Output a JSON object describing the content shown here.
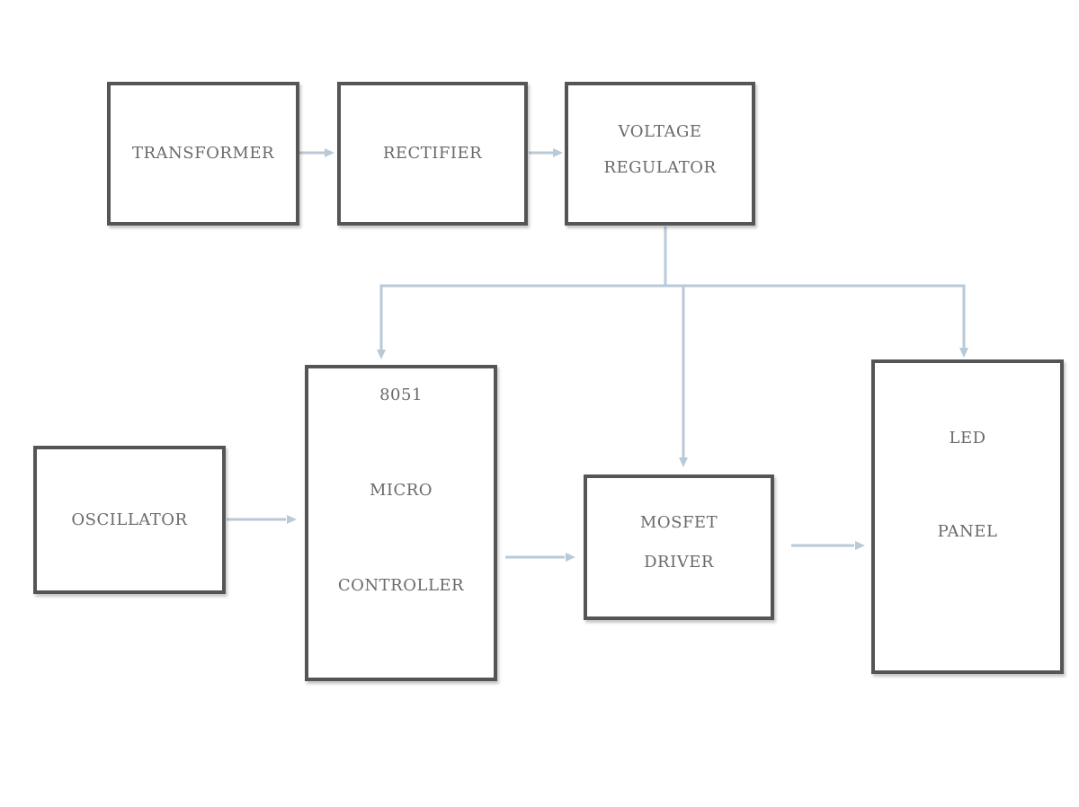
{
  "diagram": {
    "colors": {
      "block_border": "#555555",
      "label_text": "#6a6a6a",
      "connector": "#b8cad8"
    },
    "blocks": {
      "transformer": {
        "lines": [
          "TRANSFORMER"
        ]
      },
      "rectifier": {
        "lines": [
          "RECTIFIER"
        ]
      },
      "regulator": {
        "lines": [
          "VOLTAGE",
          "REGULATOR"
        ]
      },
      "oscillator": {
        "lines": [
          "OSCILLATOR"
        ]
      },
      "mcu": {
        "lines": [
          "8051",
          "MICRO",
          "CONTROLLER"
        ]
      },
      "mosfet": {
        "lines": [
          "MOSFET",
          "DRIVER"
        ]
      },
      "led": {
        "lines": [
          "LED",
          "PANEL"
        ]
      }
    },
    "connections": [
      {
        "from": "transformer",
        "to": "rectifier"
      },
      {
        "from": "rectifier",
        "to": "regulator"
      },
      {
        "from": "regulator",
        "to": "mcu"
      },
      {
        "from": "regulator",
        "to": "mosfet"
      },
      {
        "from": "regulator",
        "to": "led"
      },
      {
        "from": "oscillator",
        "to": "mcu"
      },
      {
        "from": "mcu",
        "to": "mosfet"
      },
      {
        "from": "mosfet",
        "to": "led"
      }
    ]
  }
}
